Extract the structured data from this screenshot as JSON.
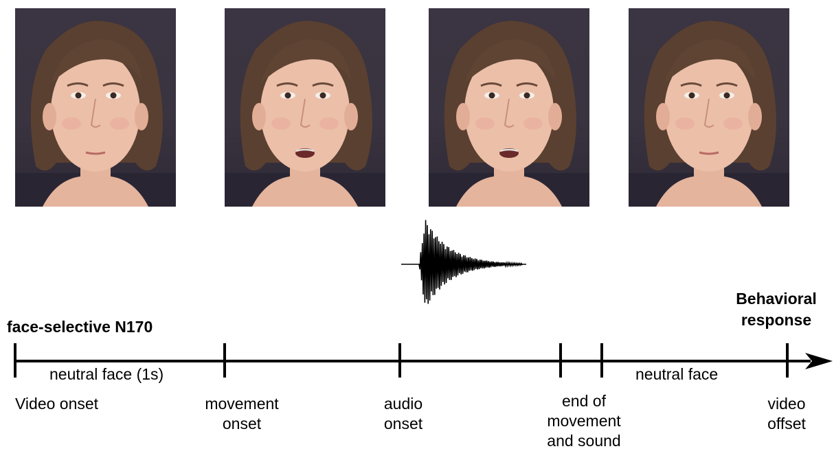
{
  "frames": [
    {
      "expression": "neutral"
    },
    {
      "expression": "open-mouth"
    },
    {
      "expression": "open-mouth"
    },
    {
      "expression": "neutral"
    }
  ],
  "labels": {
    "n170": "face-selective N170",
    "behavioral": "Behavioral\nresponse",
    "neutral_face_1s": "neutral face (1s)",
    "neutral_face": "neutral face",
    "video_onset": "Video onset",
    "movement_onset": "movement\nonset",
    "audio_onset": "audio\nonset",
    "end_movement": "end of\nmovement\nand sound",
    "video_offset": "video\noffset"
  },
  "colors": {
    "background": "#ffffff",
    "line": "#000000",
    "frame_bg": "#3a3340",
    "skin": "#e8b9a3",
    "hair": "#5a4030"
  }
}
